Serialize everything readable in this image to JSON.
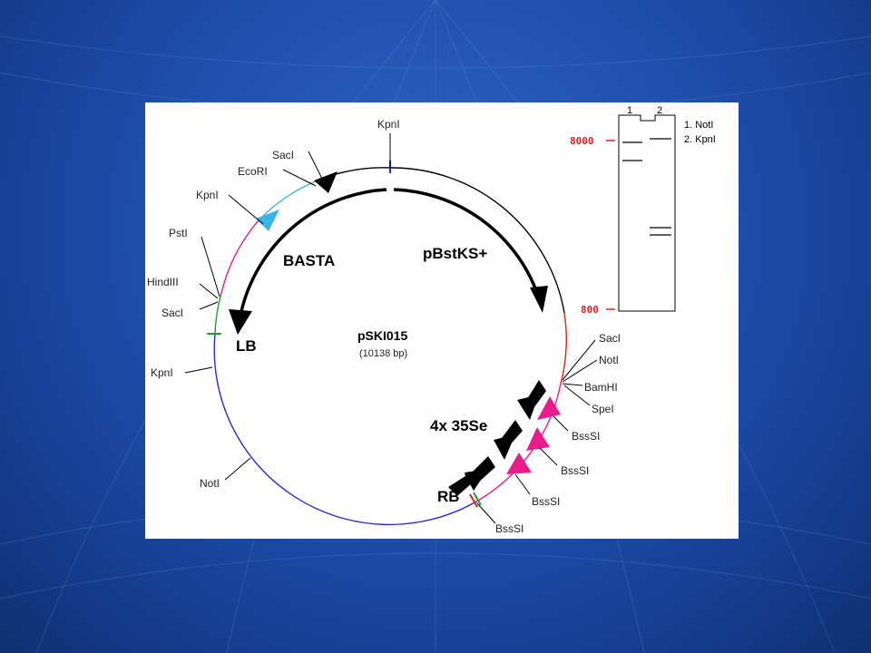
{
  "plasmid": {
    "name": "pSKI015",
    "size": "(10138 bp)"
  },
  "features": {
    "basta": "BASTA",
    "pbstks": "pBstKS+",
    "enhancer": "4x 35Se",
    "lb": "LB",
    "rb": "RB"
  },
  "sites": {
    "kpn_top": "KpnI",
    "sac_top": "SacI",
    "eco": "EcoRI",
    "kpn_left": "KpnI",
    "pst": "PstI",
    "hind": "HindIII",
    "sac_left": "SacI",
    "kpn_low": "KpnI",
    "not_low": "NotI",
    "sac_right": "SacI",
    "not_right": "NotI",
    "bam": "BamHI",
    "spe": "SpeI",
    "bss1": "BssSI",
    "bss2": "BssSI",
    "bss3": "BssSI",
    "bss4": "BssSI"
  },
  "gel": {
    "lane1": "1",
    "lane2": "2",
    "marker_top": "8000",
    "marker_bottom": "800",
    "key1": "1.  NotI",
    "key2": "2.  KpnI"
  },
  "colors": {
    "background": "#1f4fae",
    "panel": "#ffffff",
    "backbone": "#000000",
    "tdna": "#2b2bd6",
    "enhancer_region": "#e81c8a",
    "basta_region": "#3cb4e6",
    "marker": "#e0201c",
    "border_green": "#1e9e2e"
  }
}
